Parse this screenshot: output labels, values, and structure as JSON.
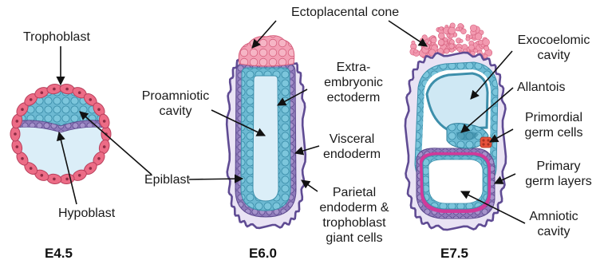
{
  "labels": {
    "ectoplacental_cone": "Ectoplacental cone",
    "trophoblast": "Trophoblast",
    "epiblast": "Epiblast",
    "hypoblast": "Hypoblast",
    "proamniotic_cavity": [
      "Proamniotic",
      "cavity"
    ],
    "extra_embryonic_ectoderm": [
      "Extra-",
      "embryonic",
      "ectoderm"
    ],
    "visceral_endoderm": [
      "Visceral",
      "endoderm"
    ],
    "parietal_endoderm": [
      "Parietal",
      "endoderm &",
      "trophoblast",
      "giant cells"
    ],
    "exocoelomic_cavity": [
      "Exocoelomic",
      "cavity"
    ],
    "allantois": "Allantois",
    "primordial_germ_cells": [
      "Primordial",
      "germ cells"
    ],
    "primary_germ_layers": [
      "Primary",
      "germ layers"
    ],
    "amniotic_cavity": [
      "Amniotic",
      "cavity"
    ]
  },
  "stages": [
    "E4.5",
    "E6.0",
    "E7.5"
  ],
  "colors": {
    "trophoblast": "#ec6c86",
    "epiblast": "#67b6cf",
    "hypoblast": "#8e78b8",
    "cavity": "#dbeef8",
    "lavender": "#e9e3f4",
    "parietal": "#7b64a8",
    "cone": "#f29ab0",
    "germ_cells": "#e8533c",
    "primary_layers": "#d13a9a"
  }
}
